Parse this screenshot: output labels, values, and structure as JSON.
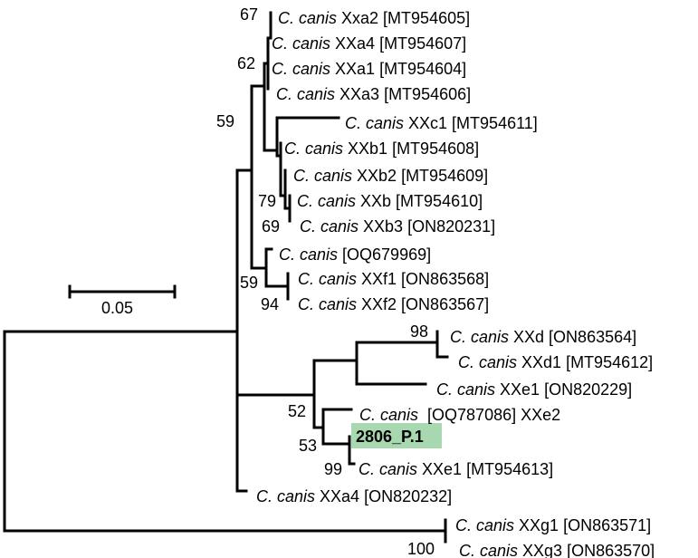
{
  "tree": {
    "highlight": {
      "label": "2806_P.1",
      "color": "#a8d8b0"
    },
    "scale_bar": {
      "label": "0.05"
    },
    "leaves": [
      {
        "species": "C. canis",
        "rest": " Xxa2 [MT954605]"
      },
      {
        "species": "C. canis",
        "rest": " XXa4 [MT954607]"
      },
      {
        "species": "C. canis",
        "rest": " XXa1 [MT954604]"
      },
      {
        "species": "C. canis",
        "rest": " XXa3 [MT954606]"
      },
      {
        "species": "C. canis",
        "rest": " XXc1 [MT954611]"
      },
      {
        "species": "C. canis",
        "rest": " XXb1 [MT954608]"
      },
      {
        "species": "C. canis",
        "rest": " XXb2 [MT954609]"
      },
      {
        "species": "C. canis",
        "rest": " XXb [MT954610]"
      },
      {
        "species": "C. canis",
        "rest": " XXb3 [ON820231]"
      },
      {
        "species": "C. canis",
        "rest": " [OQ679969]"
      },
      {
        "species": "C. canis",
        "rest": " XXf1 [ON863568]"
      },
      {
        "species": "C. canis",
        "rest": " XXf2 [ON863567]"
      },
      {
        "species": "C. canis",
        "rest": " XXd [ON863564]"
      },
      {
        "species": "C. canis",
        "rest": " XXd1 [MT954612]"
      },
      {
        "species": "C. canis",
        "rest": " XXe1 [ON820229]"
      },
      {
        "species": "C. canis",
        "rest": "  [OQ787086] XXe2"
      },
      {
        "species": "C. canis",
        "rest": " XXe1 [MT954613]"
      },
      {
        "species": "C. canis",
        "rest": " XXa4 [ON820232]"
      },
      {
        "species": "C. canis",
        "rest": " XXg1 [ON863571]"
      },
      {
        "species": "C. canis",
        "rest": " XXg3 [ON863570]"
      }
    ],
    "bootstrap": [
      "67",
      "62",
      "59",
      "79",
      "69",
      "59",
      "94",
      "98",
      "52",
      "53",
      "99",
      "100"
    ]
  }
}
